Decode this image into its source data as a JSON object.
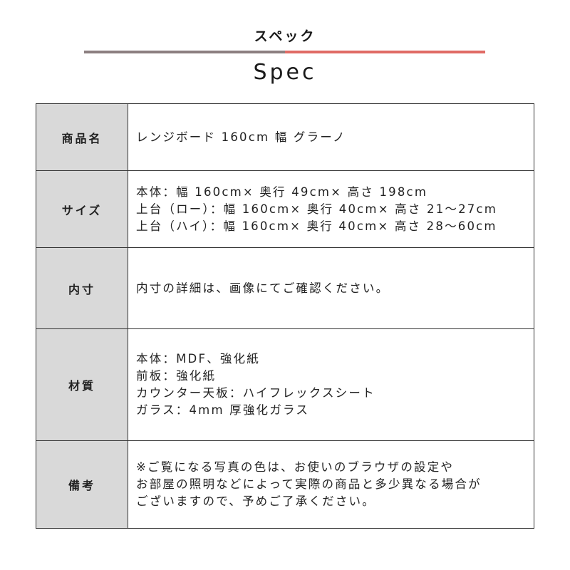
{
  "header": {
    "title_jp": "スペック",
    "title_en": "Spec",
    "divider_colors": {
      "left": "#8c7f80",
      "right": "#e06b65"
    }
  },
  "spec_table": {
    "label_bg": "#d9d9d9",
    "rows": [
      {
        "label": "商品名",
        "height": 94,
        "lines": [
          "レンジボード 160cm 幅 グラーノ"
        ]
      },
      {
        "label": "サイズ",
        "height": 108,
        "lines": [
          "本体：幅 160cm× 奥行 49cm× 高さ 198cm",
          "上台（ロー）：幅 160cm× 奥行 40cm× 高さ 21〜27cm",
          "上台（ハイ）：幅 160cm× 奥行 40cm× 高さ 28〜60cm"
        ]
      },
      {
        "label": "内寸",
        "height": 114,
        "lines": [
          "内寸の詳細は、画像にてご確認ください。"
        ]
      },
      {
        "label": "材質",
        "height": 157,
        "lines": [
          "本体：MDF、強化紙",
          "前板：強化紙",
          "カウンター天板：ハイフレックスシート",
          "ガラス：4mm 厚強化ガラス"
        ]
      },
      {
        "label": "備考",
        "height": 123,
        "lines": [
          "※ご覧になる写真の色は、お使いのブラウザの設定や",
          "お部屋の照明などによって実際の商品と多少異なる場合が",
          "ございますので、予めご了承ください。"
        ]
      }
    ]
  }
}
